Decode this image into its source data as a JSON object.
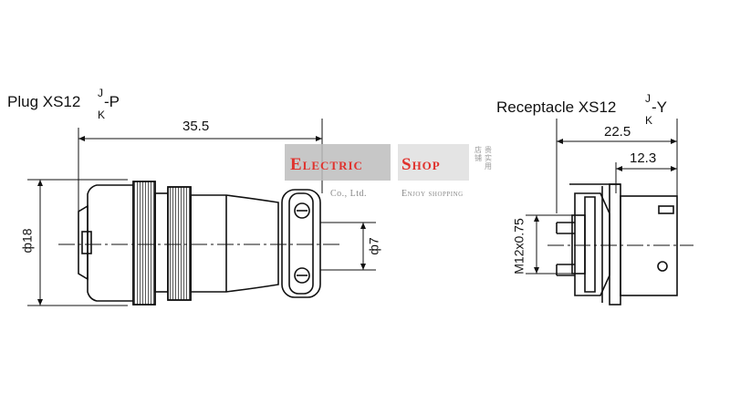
{
  "plug": {
    "title_prefix": "Plug XS12",
    "sup": "J",
    "sub": "K",
    "suffix": "-P",
    "dim_length": "35.5",
    "dim_dia_outer": "ф18",
    "dim_dia_cable": "ф7"
  },
  "receptacle": {
    "title_prefix": "Receptacle XS12",
    "sup": "J",
    "sub": "K",
    "suffix": "-Y",
    "dim_length": "22.5",
    "dim_body": "12.3",
    "dim_thread": "M12x0.75"
  },
  "watermark": {
    "brand_part1": "Electric",
    "brand_part2": "Shop",
    "company": "Co., Ltd.",
    "slogan": "Enjoy shopping",
    "cjk_left": "店铺",
    "cjk_right": "贵实用",
    "accent_color": "#e0322d",
    "box_color": "#bdbdbd"
  }
}
